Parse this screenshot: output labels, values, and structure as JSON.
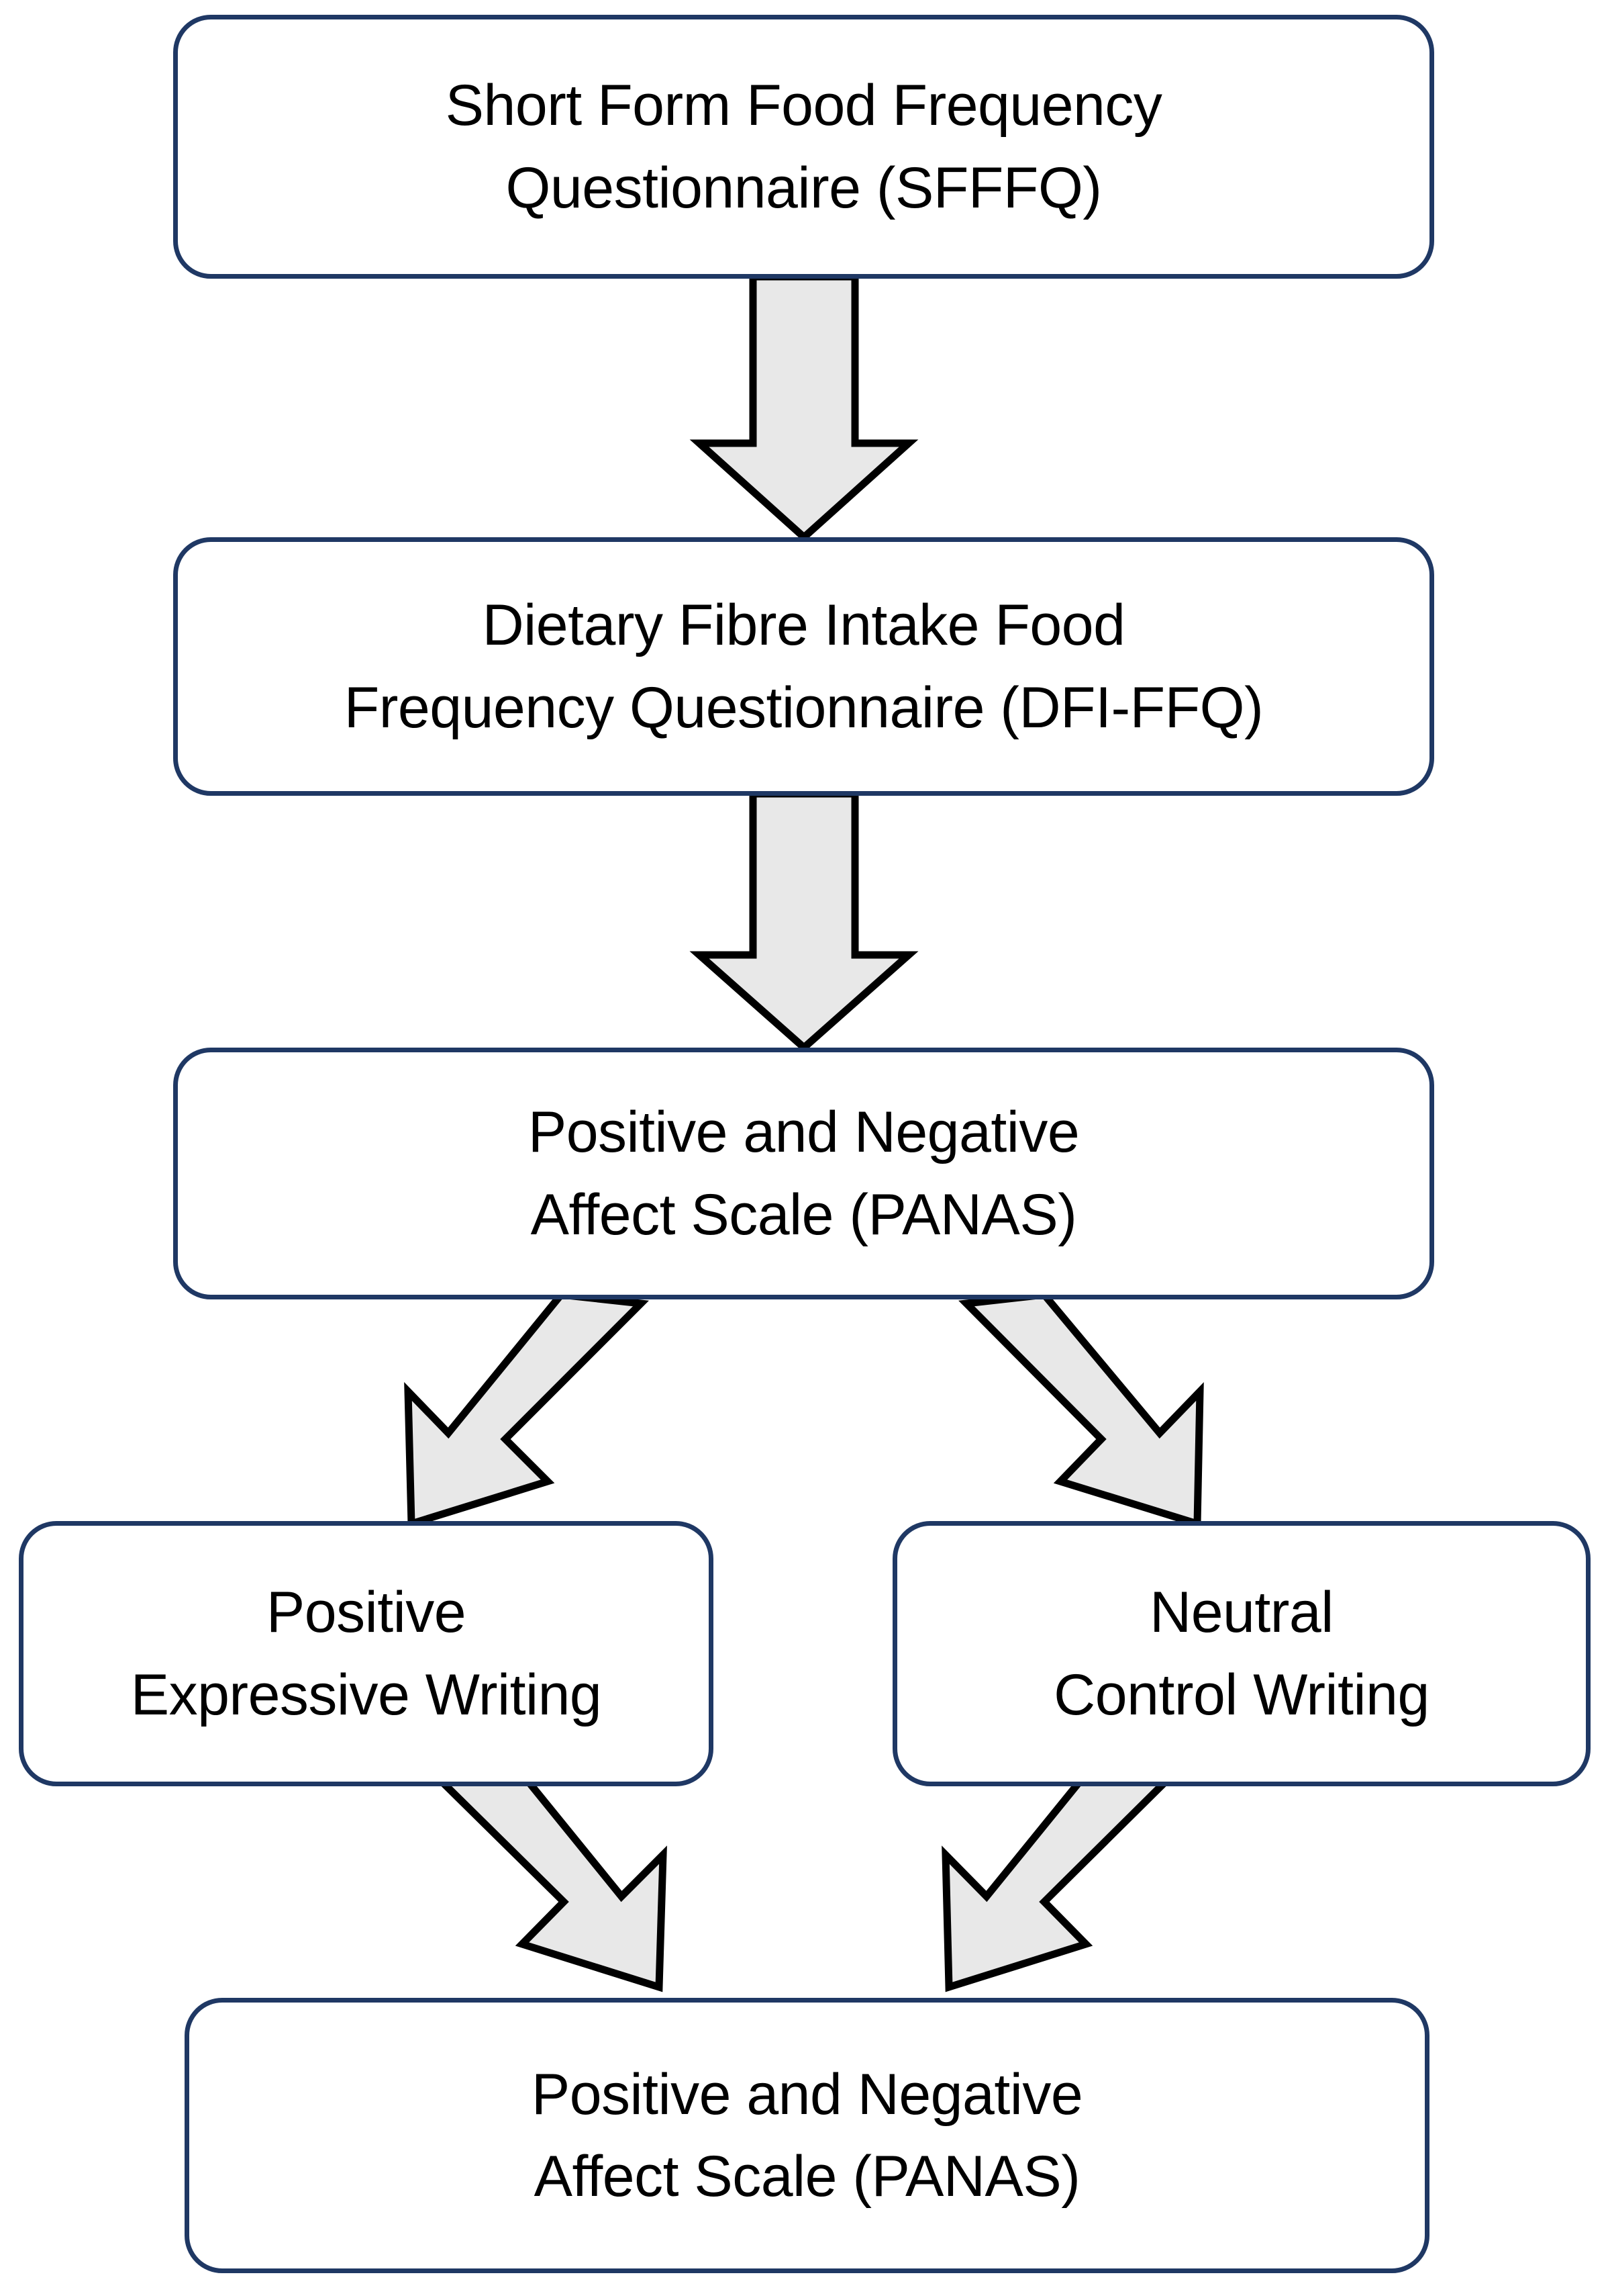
{
  "diagram": {
    "title": "Study procedure flowchart",
    "type": "flowchart",
    "colors": {
      "node_border": "#1F3864",
      "node_fill": "#FFFFFF",
      "arrow_fill": "#E8E8E8",
      "arrow_stroke": "#000000",
      "text": "#000000"
    },
    "nodes": [
      {
        "id": "sfffq",
        "lines": [
          "Short Form Food Frequency",
          "Questionnaire (SFFFQ)"
        ]
      },
      {
        "id": "dfiffq",
        "lines": [
          "Dietary Fibre Intake Food",
          "Frequency Questionnaire (DFI-FFQ)"
        ]
      },
      {
        "id": "panas1",
        "lines": [
          "Positive and Negative",
          "Affect Scale (PANAS)"
        ]
      },
      {
        "id": "positive_expressive_writing",
        "lines": [
          "Positive",
          "Expressive Writing"
        ]
      },
      {
        "id": "neutral_control_writing",
        "lines": [
          "Neutral",
          "Control Writing"
        ]
      },
      {
        "id": "panas2",
        "lines": [
          "Positive and Negative",
          "Affect Scale (PANAS)"
        ]
      }
    ],
    "connectors": [
      {
        "id": "sfffq-to-dfiffq",
        "from": "sfffq",
        "to": "dfiffq",
        "shape": "block-arrow-down"
      },
      {
        "id": "dfiffq-to-panas1",
        "from": "dfiffq",
        "to": "panas1",
        "shape": "block-arrow-down"
      },
      {
        "id": "panas1-to-positive",
        "from": "panas1",
        "to": "positive_expressive_writing",
        "shape": "block-arrow-down-left"
      },
      {
        "id": "panas1-to-neutral",
        "from": "panas1",
        "to": "neutral_control_writing",
        "shape": "block-arrow-down-right"
      },
      {
        "id": "positive-to-panas2",
        "from": "positive_expressive_writing",
        "to": "panas2",
        "shape": "block-arrow-down-right"
      },
      {
        "id": "neutral-to-panas2",
        "from": "neutral_control_writing",
        "to": "panas2",
        "shape": "block-arrow-down-left"
      }
    ]
  }
}
